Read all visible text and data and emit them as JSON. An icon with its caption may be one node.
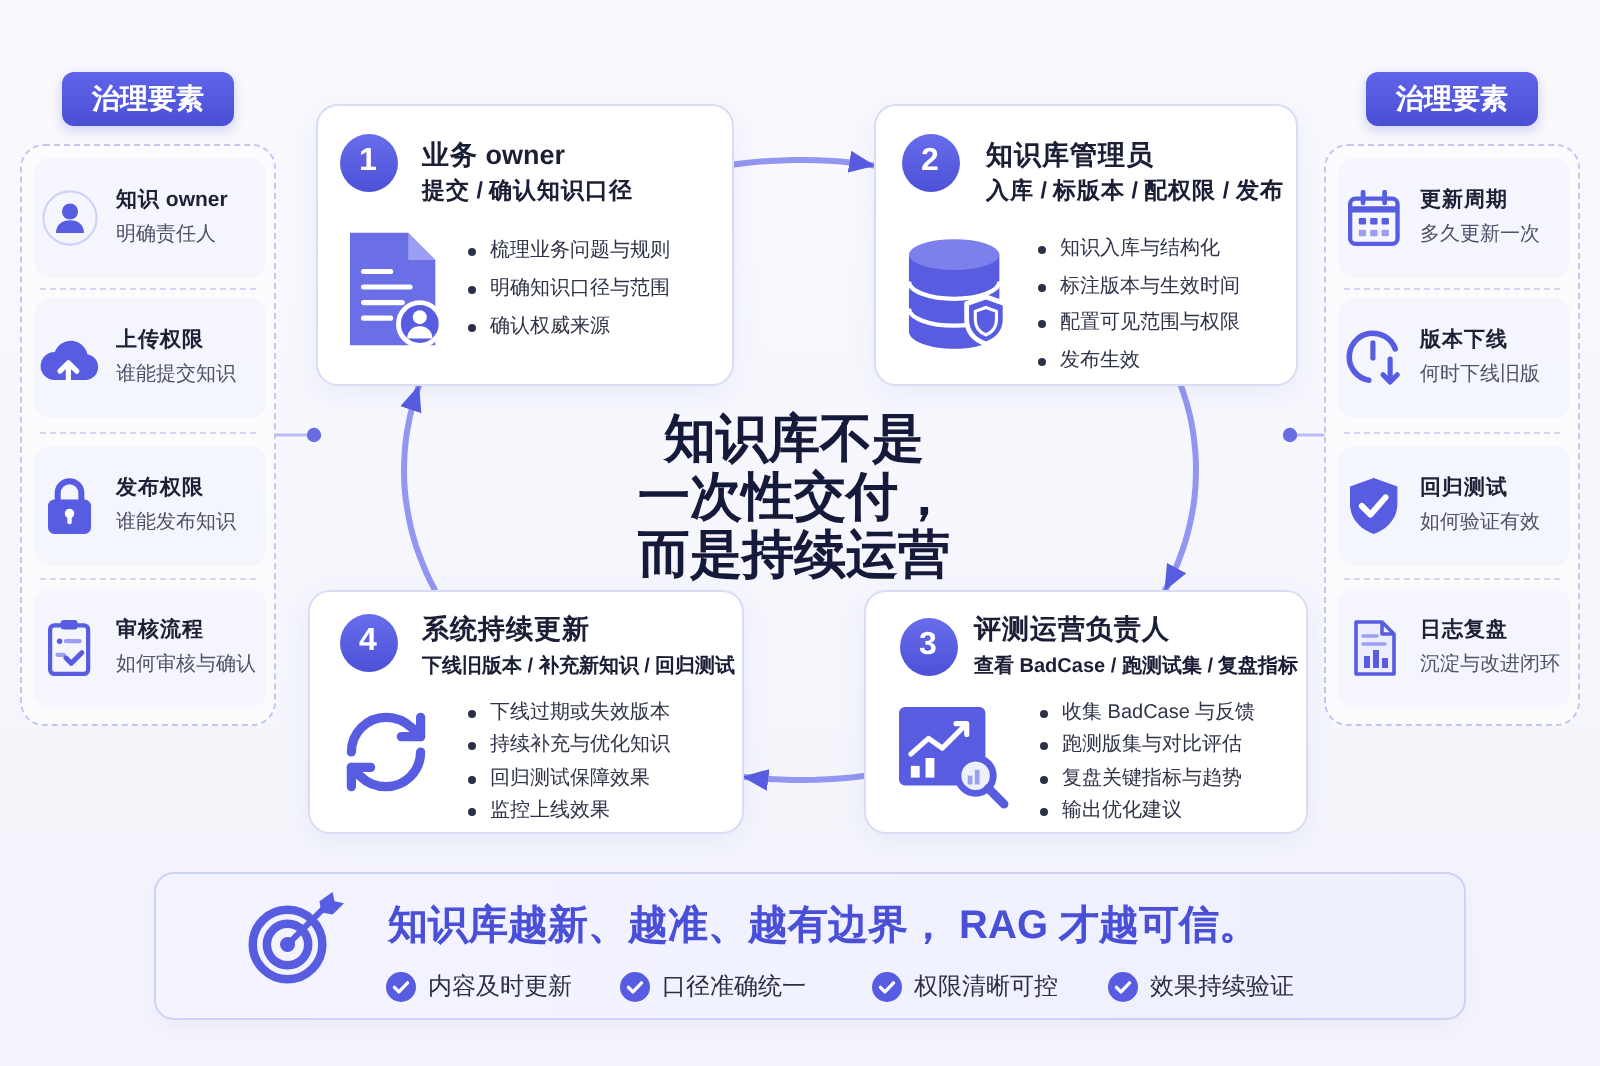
{
  "diagram": {
    "nodes": [
      {
        "text": [
          "治理要素"
        ]
      },
      {
        "text": [
          "知识 owner",
          "明确责任人"
        ],
        "in": 0
      },
      {
        "text": [
          "上传权限",
          "谁能提交知识"
        ],
        "in": 0
      },
      {
        "text": [
          "发布权限",
          "谁能发布知识"
        ],
        "in": 0
      },
      {
        "text": [
          "审核流程",
          "如何审核与确认"
        ],
        "in": 0
      },
      {
        "text": [
          "1",
          "业务 owner",
          "提交 / 确认知识口径",
          "梳理业务问题与规则",
          "明确知识口径与范围",
          "确认权威来源"
        ]
      },
      {
        "text": [
          "2",
          "知识库管理员",
          "入库 / 标版本 / 配权限 / 发布",
          "知识入库与结构化",
          "标注版本与生效时间",
          "配置可见范围与权限",
          "发布生效"
        ]
      },
      {
        "text": [
          "治理要素"
        ]
      },
      {
        "text": [
          "更新周期",
          "多久更新一次"
        ],
        "in": 7
      },
      {
        "text": [
          "版本下线",
          "何时下线旧版"
        ],
        "in": 7
      },
      {
        "text": [
          "回归测试",
          "如何验证有效"
        ],
        "in": 7
      },
      {
        "text": [
          "日志复盘",
          "沉淀与改进闭环"
        ],
        "in": 7
      },
      {
        "text": [
          "4",
          "系统持续更新",
          "下线旧版本 / 补充新知识 / 回归测试",
          "下线过期或失效版本",
          "持续补充与优化知识",
          "回归测试保障效果",
          "监控上线效果"
        ]
      },
      {
        "text": [
          "3",
          "评测运营负责人",
          "查看 BadCase / 跑测试集 / 复盘指标",
          "收集 BadCase 与反馈",
          "跑测版集与对比评估",
          "复盘关键指标与趋势",
          "输出优化建议"
        ]
      },
      {
        "text": [
          "知识库越新、越准、越有边界， RAG 才越可信。",
          "内容及时更新",
          "口径准确统一",
          "权限清晰可控",
          "效果持续验证"
        ]
      }
    ],
    "edges": [
      {
        "from": 5,
        "to": 6,
        "arrow": "to"
      },
      {
        "from": 6,
        "to": 13,
        "arrow": "to"
      },
      {
        "from": 13,
        "to": 12,
        "arrow": "to"
      },
      {
        "from": 12,
        "to": 5,
        "arrow": "to"
      },
      {
        "from": 0,
        "to": null,
        "arrow": "other",
        "color": "#b9bcf2"
      },
      {
        "from": 7,
        "to": null,
        "arrow": "other",
        "color": "#b9bcf2"
      }
    ],
    "labels": [
      "知识库不是一次性交付，而是持续运营"
    ]
  }
}
